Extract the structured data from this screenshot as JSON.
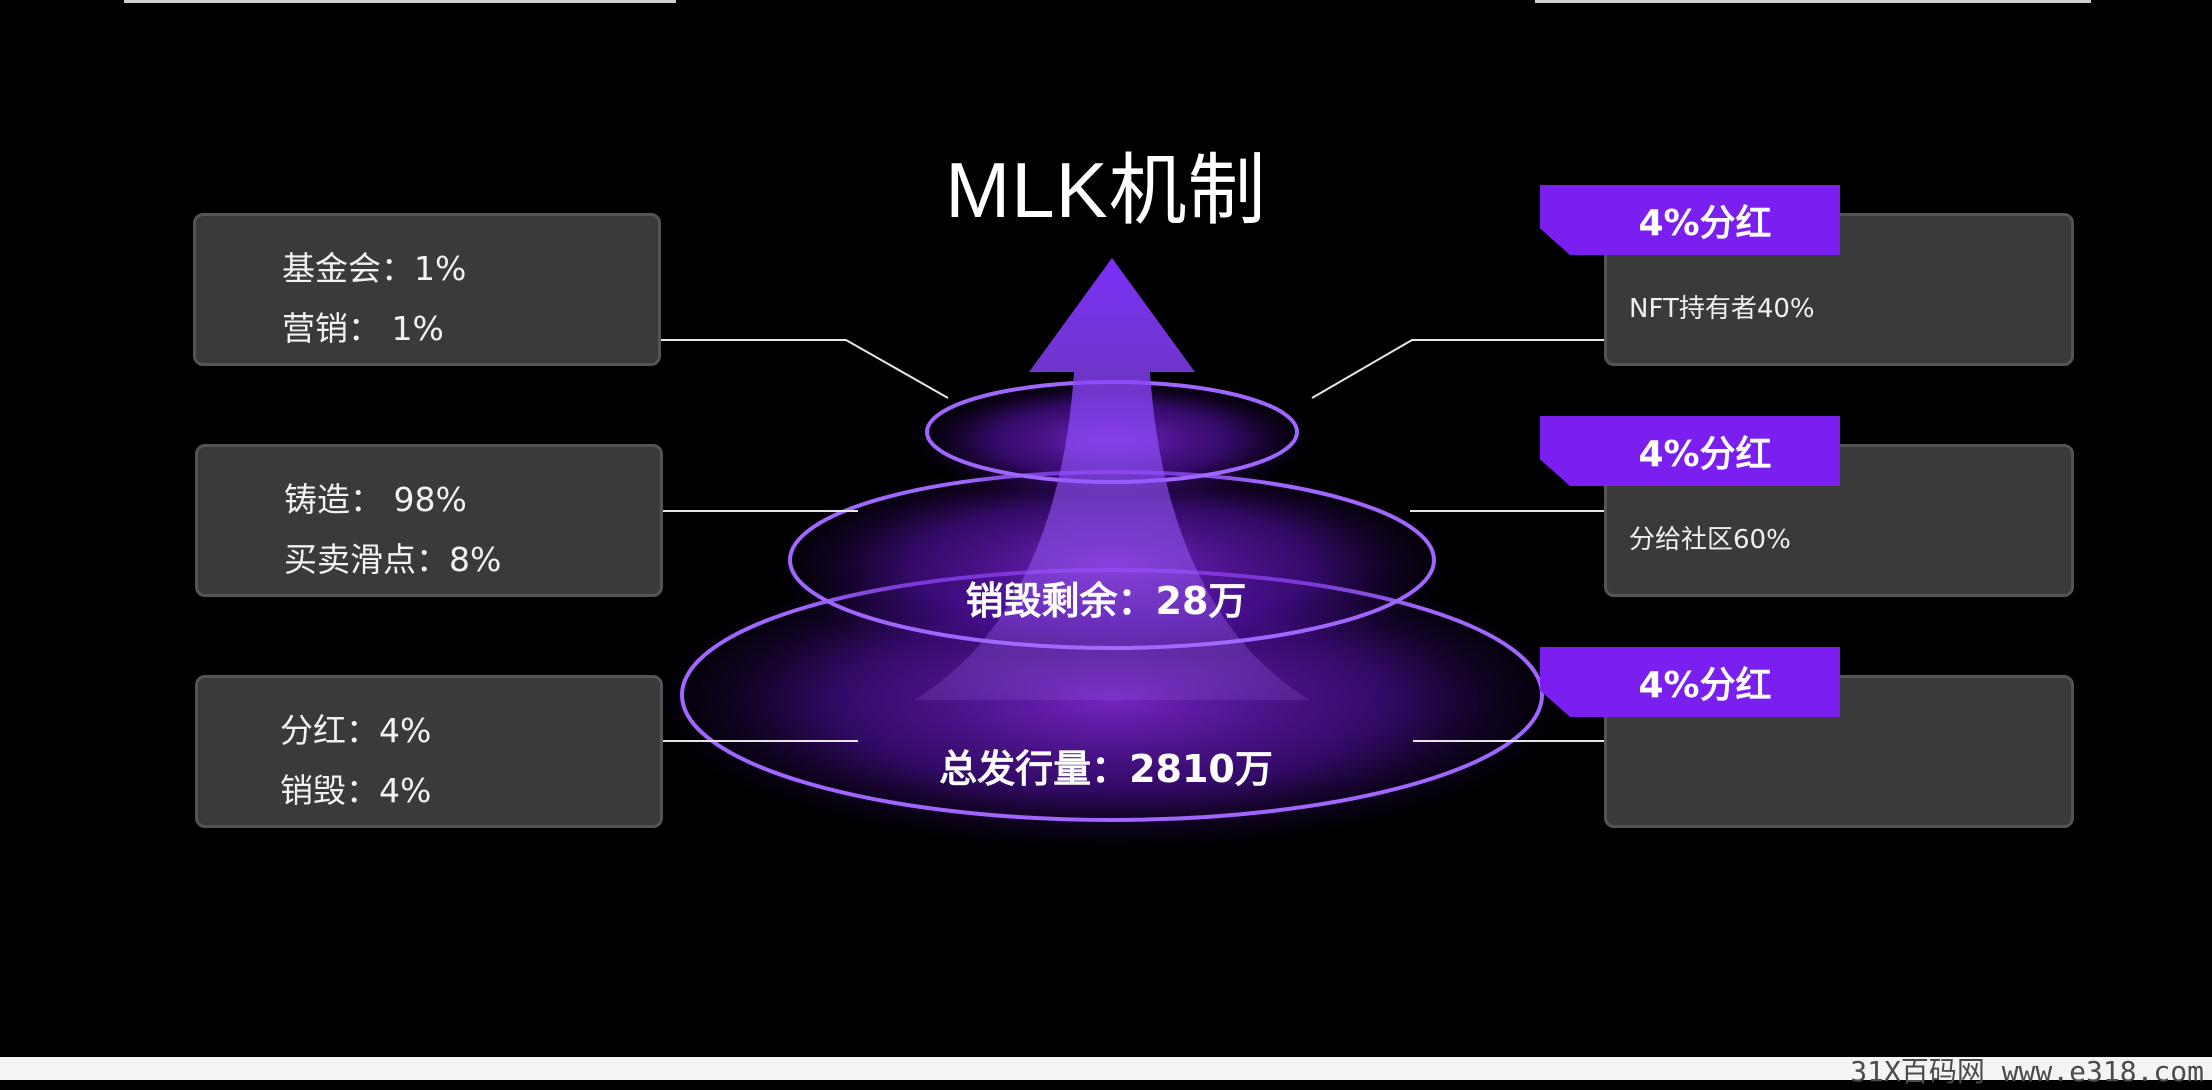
{
  "title": "MLK机制",
  "center": {
    "burn_remaining": "销毁剩余：28万",
    "total_supply": "总发行量：2810万"
  },
  "left_boxes": [
    {
      "lines": [
        "基金会：1%",
        "营销：  1%"
      ]
    },
    {
      "lines": [
        "铸造：  98%",
        "买卖滑点：8%"
      ]
    },
    {
      "lines": [
        "分红：4%",
        "销毁：4%"
      ]
    }
  ],
  "right_boxes": [
    {
      "tag": "4%分红",
      "text": "NFT持有者40%"
    },
    {
      "tag": "4%分红",
      "text": "分给社区60%"
    },
    {
      "tag": "4%分红",
      "text": ""
    }
  ],
  "watermark": "31X百码网 www.e318.com",
  "colors": {
    "accent_purple": "#7a1ff0",
    "box_bg": "#3a3a3a",
    "background": "#000000"
  }
}
